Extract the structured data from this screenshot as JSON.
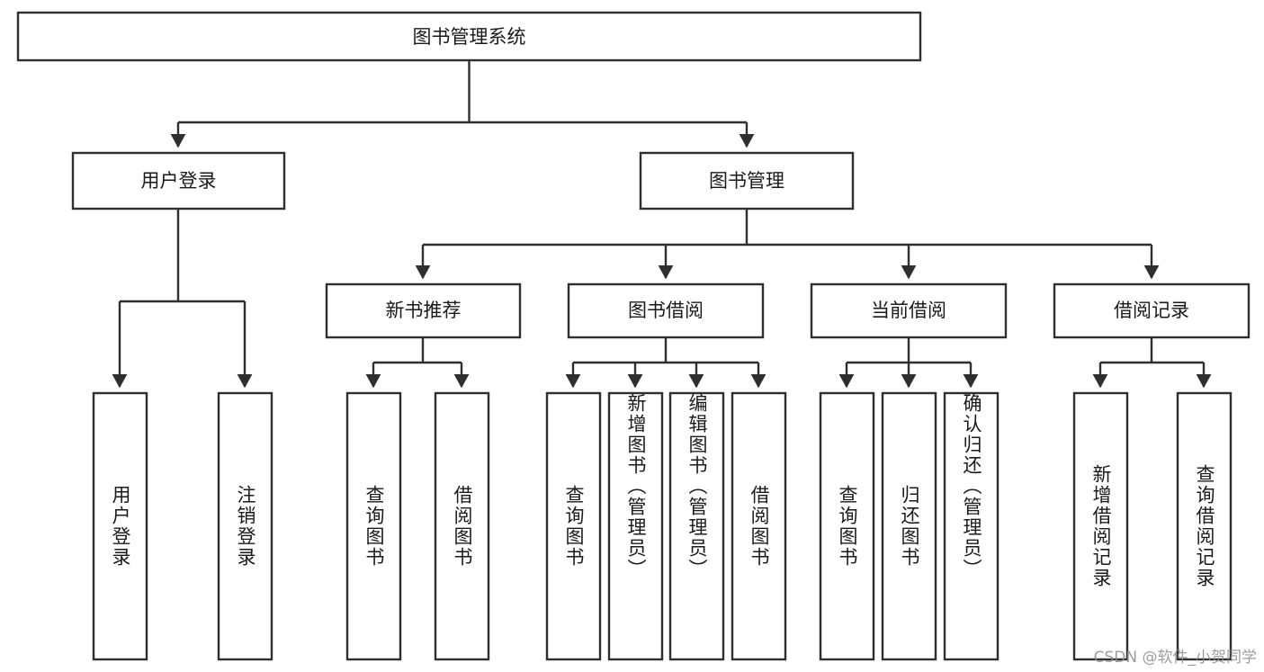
{
  "diagram": {
    "title": "图书管理系统",
    "watermark": "CSDN @软件_小贺同学",
    "colors": {
      "stroke": "#2f2f2f",
      "fill": "#ffffff",
      "text": "#1a1a1a",
      "watermark": "#8d8d8d"
    },
    "root": {
      "label": "图书管理系统"
    },
    "level2": [
      {
        "label": "用户登录"
      },
      {
        "label": "图书管理"
      }
    ],
    "level3": [
      {
        "label": "新书推荐"
      },
      {
        "label": "图书借阅"
      },
      {
        "label": "当前借阅"
      },
      {
        "label": "借阅记录"
      }
    ],
    "leaves": {
      "user_login": [
        {
          "label": "用户登录"
        },
        {
          "label": "注销登录"
        }
      ],
      "new_book": [
        {
          "label": "查询图书"
        },
        {
          "label": "借阅图书"
        }
      ],
      "book_borrow": [
        {
          "label": "查询图书"
        },
        {
          "label": "新增图书（管理员）"
        },
        {
          "label": "编辑图书（管理员）"
        },
        {
          "label": "借阅图书"
        }
      ],
      "current_borrow": [
        {
          "label": "查询图书"
        },
        {
          "label": "归还图书"
        },
        {
          "label": "确认归还（管理员）"
        }
      ],
      "borrow_record": [
        {
          "label": "新增借阅记录"
        },
        {
          "label": "查询借阅记录"
        }
      ]
    }
  }
}
